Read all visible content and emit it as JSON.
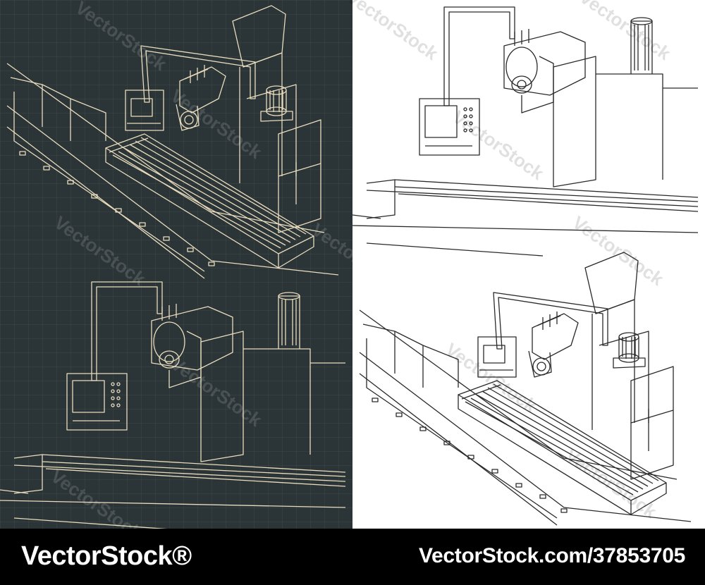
{
  "palette": {
    "blueprint_bg": "#2b3436",
    "blueprint_grid": "#3c4748",
    "blueprint_line": "#e9dcbe",
    "white_bg": "#ffffff",
    "white_line": "#2a2a2a",
    "footer_bg": "#000000",
    "footer_text": "#ffffff"
  },
  "watermark": {
    "text": "VectorStock"
  },
  "footer": {
    "brand": "VectorStock®",
    "image_id": "VectorStock.com/37853705"
  },
  "panels": [
    {
      "name": "dark-iso-view",
      "theme": "blueprint"
    },
    {
      "name": "white-front-view",
      "theme": "white"
    },
    {
      "name": "dark-front-view",
      "theme": "blueprint"
    },
    {
      "name": "white-iso-view",
      "theme": "white"
    }
  ]
}
